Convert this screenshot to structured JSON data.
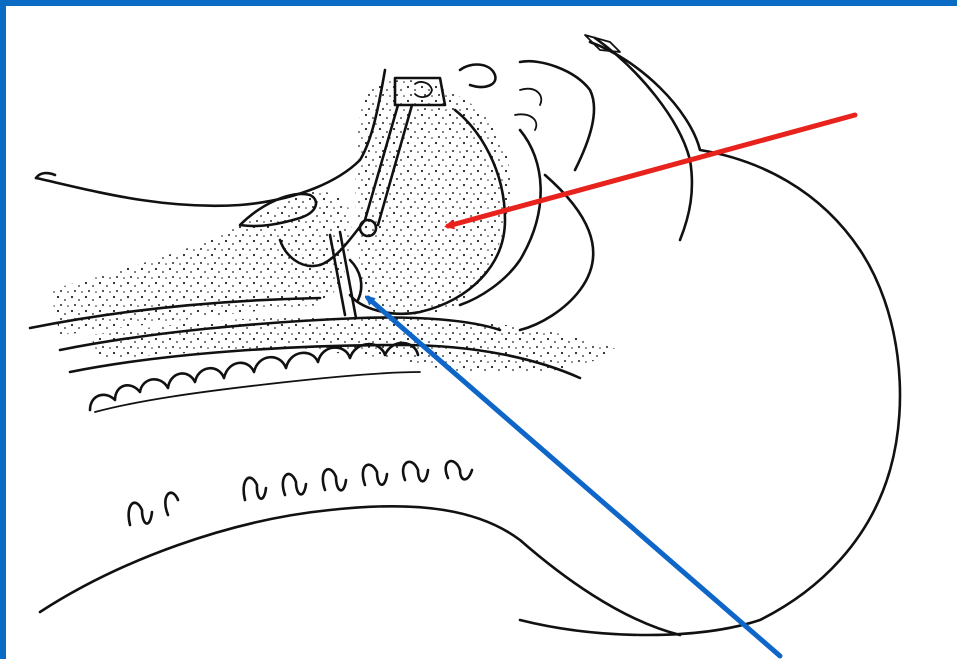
{
  "colors": {
    "frame": "#0a6bc4",
    "background": "#ffffff",
    "ink": "#111111",
    "arrow_red": "#e8221d",
    "arrow_blue": "#0f66c9"
  },
  "figure": {
    "subject": "sagittal-airway-laryngoscope-illustration",
    "annotations": [
      {
        "id": "red-arrow",
        "color": "#e8221d"
      },
      {
        "id": "blue-arrow",
        "color": "#0f66c9"
      }
    ]
  }
}
